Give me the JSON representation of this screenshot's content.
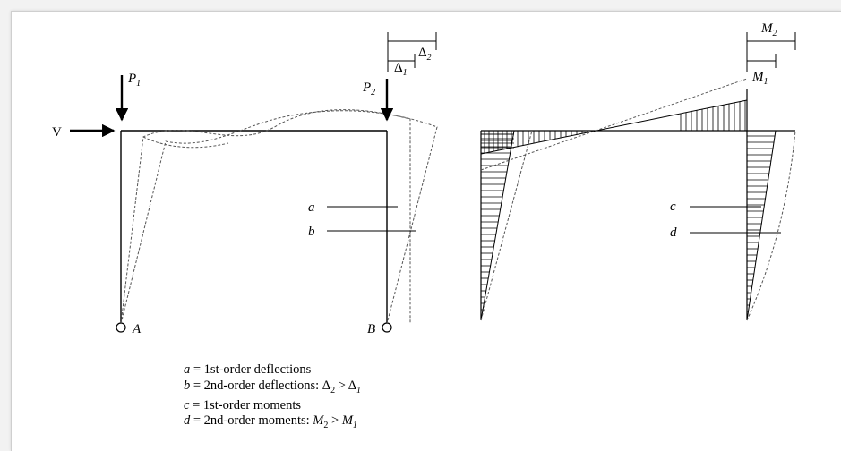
{
  "labels": {
    "V": "V",
    "P": "P",
    "sub1": "1",
    "sub2": "2",
    "delta": "Δ",
    "A": "A",
    "B": "B",
    "M": "M",
    "a": "a",
    "b": "b",
    "c": "c",
    "d": "d"
  },
  "legend": [
    {
      "sym": "a",
      "text": " = 1st-order deflections"
    },
    {
      "sym": "b",
      "text": " = 2nd-order deflections: Δ",
      "s1": "2",
      "mid": " > Δ",
      "s2": "1"
    },
    {
      "sym": "c",
      "text": " = 1st-order moments"
    },
    {
      "sym": "d",
      "text": " = 2nd-order moments: ",
      "m1": "M",
      "s1": "2",
      "mid": " > ",
      "m2": "M",
      "s2": "1"
    }
  ]
}
